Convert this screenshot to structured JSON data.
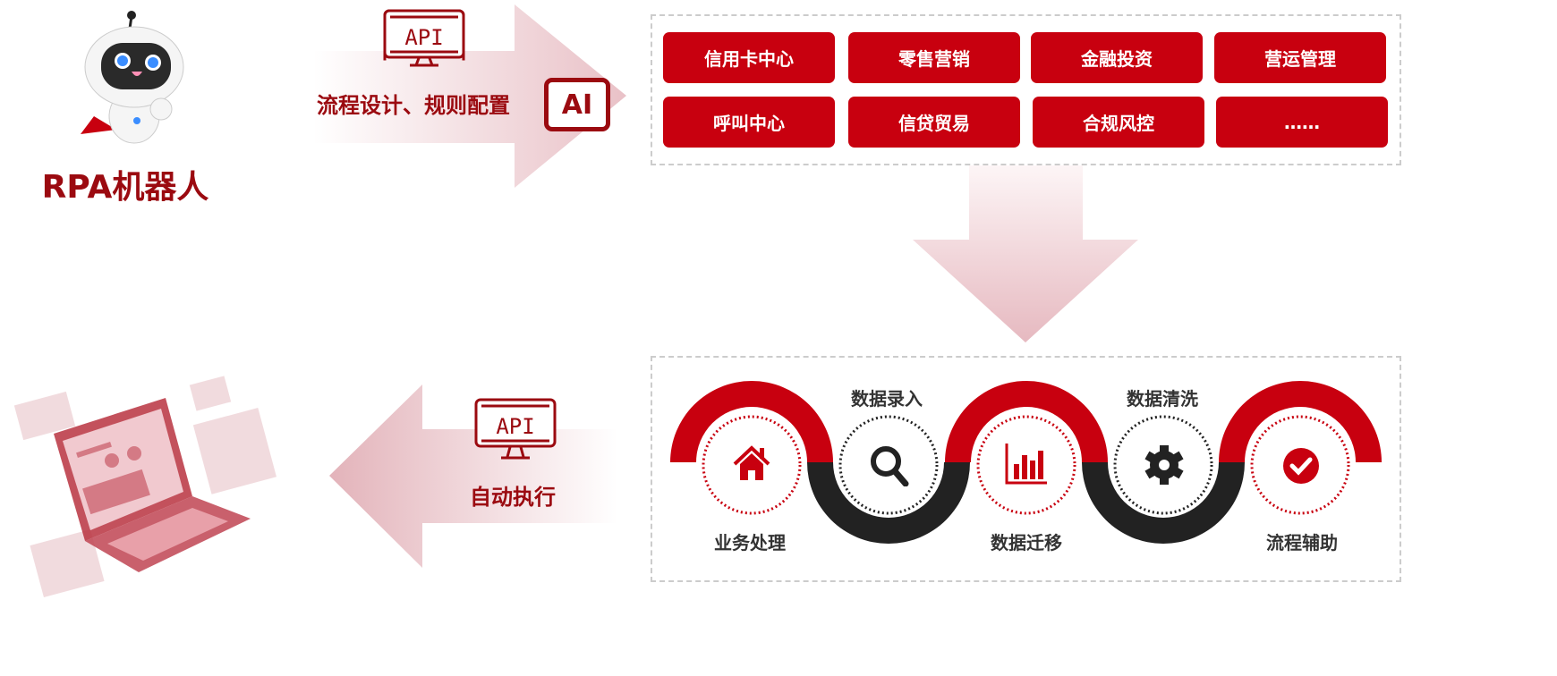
{
  "robot": {
    "title": "RPA机器人"
  },
  "top_arrow": {
    "icon_text": "API",
    "label": "流程设计、规则配置",
    "ai_badge": "AI"
  },
  "bottom_arrow": {
    "icon_text": "API",
    "label": "自动执行"
  },
  "scenarios": [
    "信用卡中心",
    "零售营销",
    "金融投资",
    "营运管理",
    "呼叫中心",
    "信贷贸易",
    "合规风控",
    "……"
  ],
  "steps": {
    "business": "业务处理",
    "entry": "数据录入",
    "migration": "数据迁移",
    "cleaning": "数据清洗",
    "assist": "流程辅助"
  },
  "colors": {
    "accent": "#c8000f",
    "dark": "#222222",
    "brand_text": "#9b0a10"
  }
}
